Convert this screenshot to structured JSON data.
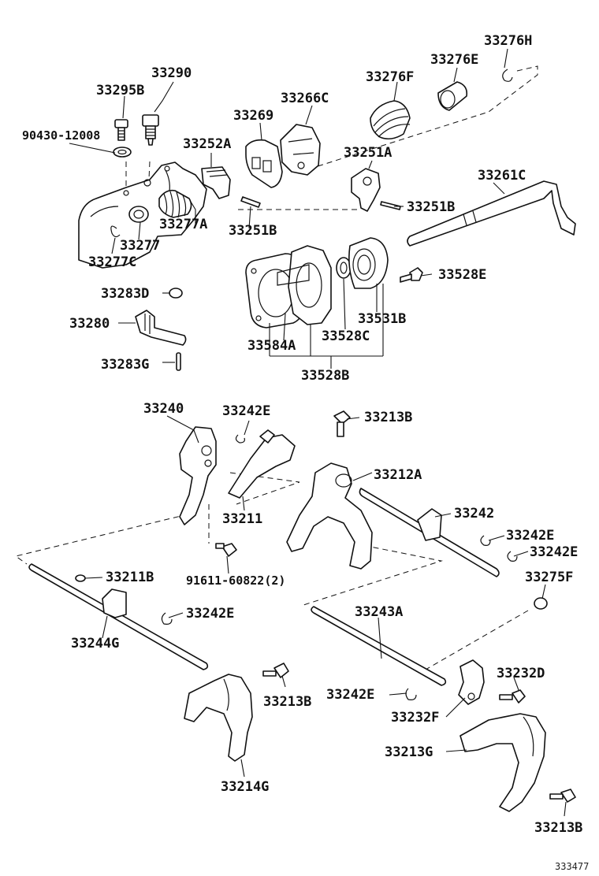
{
  "diagram": {
    "figure_number": "333477",
    "callouts": [
      {
        "id": "c-33276H",
        "text": "33276H"
      },
      {
        "id": "c-33276E",
        "text": "33276E"
      },
      {
        "id": "c-33290",
        "text": "33290"
      },
      {
        "id": "c-33276F",
        "text": "33276F"
      },
      {
        "id": "c-33295B",
        "text": "33295B"
      },
      {
        "id": "c-33266C",
        "text": "33266C"
      },
      {
        "id": "c-33269",
        "text": "33269"
      },
      {
        "id": "c-90430-12008",
        "text": "90430-12008"
      },
      {
        "id": "c-33252A",
        "text": "33252A"
      },
      {
        "id": "c-33251A",
        "text": "33251A"
      },
      {
        "id": "c-33261C",
        "text": "33261C"
      },
      {
        "id": "c-33251B-top",
        "text": "33251B"
      },
      {
        "id": "c-33277A",
        "text": "33277A"
      },
      {
        "id": "c-33251B",
        "text": "33251B"
      },
      {
        "id": "c-33277",
        "text": "33277"
      },
      {
        "id": "c-33277C",
        "text": "33277C"
      },
      {
        "id": "c-33528E",
        "text": "33528E"
      },
      {
        "id": "c-33283D",
        "text": "33283D"
      },
      {
        "id": "c-33531B",
        "text": "33531B"
      },
      {
        "id": "c-33280",
        "text": "33280"
      },
      {
        "id": "c-33528C",
        "text": "33528C"
      },
      {
        "id": "c-33584A",
        "text": "33584A"
      },
      {
        "id": "c-33283G",
        "text": "33283G"
      },
      {
        "id": "c-33528B",
        "text": "33528B"
      },
      {
        "id": "c-33240",
        "text": "33240"
      },
      {
        "id": "c-33242E-1",
        "text": "33242E"
      },
      {
        "id": "c-33213B-1",
        "text": "33213B"
      },
      {
        "id": "c-33212A",
        "text": "33212A"
      },
      {
        "id": "c-33242",
        "text": "33242"
      },
      {
        "id": "c-33211",
        "text": "33211"
      },
      {
        "id": "c-33242E-2",
        "text": "33242E"
      },
      {
        "id": "c-33242E-3",
        "text": "33242E"
      },
      {
        "id": "c-91611-60822",
        "text": "91611-60822(2)"
      },
      {
        "id": "c-33211B",
        "text": "33211B"
      },
      {
        "id": "c-33275F",
        "text": "33275F"
      },
      {
        "id": "c-33242E-4",
        "text": "33242E"
      },
      {
        "id": "c-33243A",
        "text": "33243A"
      },
      {
        "id": "c-33244G",
        "text": "33244G"
      },
      {
        "id": "c-33232D",
        "text": "33232D"
      },
      {
        "id": "c-33213B-2",
        "text": "33213B"
      },
      {
        "id": "c-33242E-5",
        "text": "33242E"
      },
      {
        "id": "c-33232F",
        "text": "33232F"
      },
      {
        "id": "c-33213G",
        "text": "33213G"
      },
      {
        "id": "c-33214G",
        "text": "33214G"
      },
      {
        "id": "c-33213B-3",
        "text": "33213B"
      }
    ]
  }
}
